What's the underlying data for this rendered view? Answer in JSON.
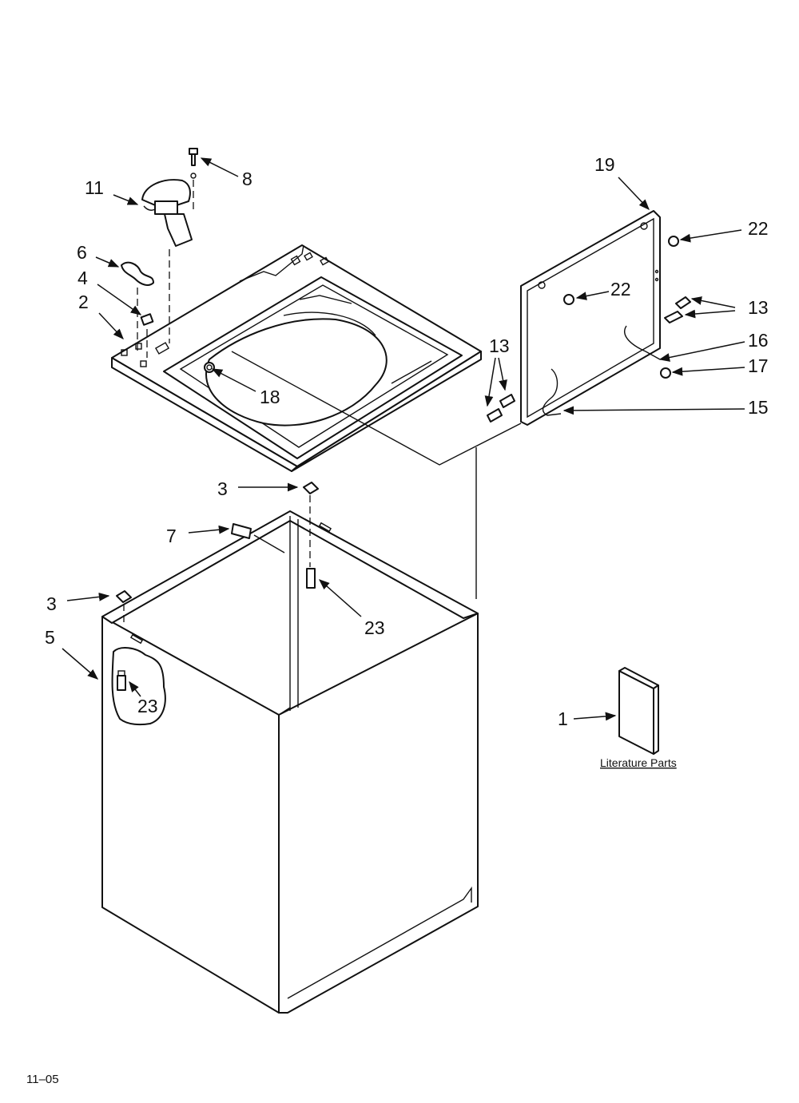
{
  "callouts": [
    {
      "id": "c8",
      "label": "8"
    },
    {
      "id": "c11",
      "label": "11"
    },
    {
      "id": "c6",
      "label": "6"
    },
    {
      "id": "c4",
      "label": "4"
    },
    {
      "id": "c2",
      "label": "2"
    },
    {
      "id": "c18",
      "label": "18"
    },
    {
      "id": "c19",
      "label": "19"
    },
    {
      "id": "c22a",
      "label": "22"
    },
    {
      "id": "c22b",
      "label": "22"
    },
    {
      "id": "c13a",
      "label": "13"
    },
    {
      "id": "c13b",
      "label": "13"
    },
    {
      "id": "c16",
      "label": "16"
    },
    {
      "id": "c17",
      "label": "17"
    },
    {
      "id": "c15",
      "label": "15"
    },
    {
      "id": "c3a",
      "label": "3"
    },
    {
      "id": "c7",
      "label": "7"
    },
    {
      "id": "c23a",
      "label": "23"
    },
    {
      "id": "c3b",
      "label": "3"
    },
    {
      "id": "c5",
      "label": "5"
    },
    {
      "id": "c23b",
      "label": "23"
    },
    {
      "id": "c1",
      "label": "1"
    }
  ],
  "literature_caption": "Literature Parts",
  "footer_code": "11–05"
}
